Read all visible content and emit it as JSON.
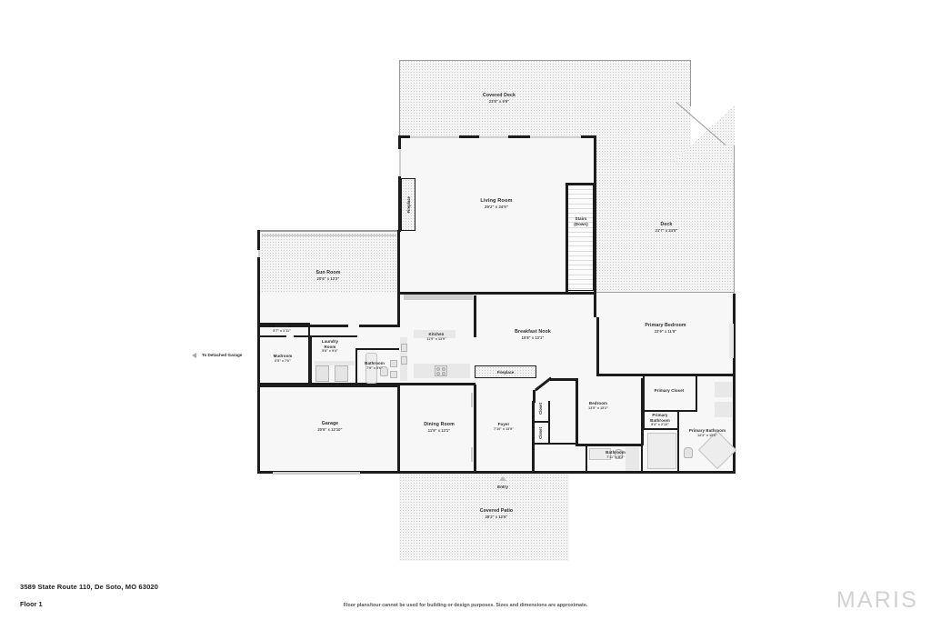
{
  "footer": {
    "address": "3589 State Route 110, De Soto, MO 63020",
    "floor": "Floor 1",
    "disclaimer": "Floor plans/tour cannot be used for building or design purposes. Sizes and dimensions are approximate.",
    "brand": "MARIS"
  },
  "annotations": {
    "to_detached_garage": "To Detached Garage",
    "entry": "Entry",
    "fireplace_living": "Fireplace",
    "fireplace_nook": "Fireplace",
    "closet_vertical_1": "Closet",
    "closet_vertical_2": "Closet"
  },
  "rooms": [
    {
      "id": "covered-deck",
      "name": "Covered Deck",
      "dim": "23'8\" x 9'9\""
    },
    {
      "id": "living-room",
      "name": "Living Room",
      "dim": "29'2\" x 24'5\""
    },
    {
      "id": "stairs",
      "name": "Stairs",
      "dim": "(Down)"
    },
    {
      "id": "deck",
      "name": "Deck",
      "dim": "21'7\" x 24'5\""
    },
    {
      "id": "sun-room",
      "name": "Sun Room",
      "dim": "20'6\" x 13'3\""
    },
    {
      "id": "closet-mud",
      "name": "Closet",
      "dim": "5'7\" x 1'11\""
    },
    {
      "id": "mudroom",
      "name": "Mudroom",
      "dim": "6'5\" x 7'0\""
    },
    {
      "id": "laundry-room",
      "name": "Laundry Room",
      "dim": "5'8\" x 9'4\""
    },
    {
      "id": "bathroom-laundry",
      "name": "Bathroom",
      "dim": "7'9\" x 5'6\""
    },
    {
      "id": "kitchen",
      "name": "Kitchen",
      "dim": "11'9\" x 13'9\""
    },
    {
      "id": "breakfast-nook",
      "name": "Breakfast Nook",
      "dim": "15'8\" x 13'1\""
    },
    {
      "id": "primary-bedroom",
      "name": "Primary Bedroom",
      "dim": "22'9\" x 11'8\""
    },
    {
      "id": "primary-closet",
      "name": "Primary Closet",
      "dim": ""
    },
    {
      "id": "primary-bathroom-sm",
      "name": "Primary Bathroom",
      "dim": "5'4\" x 2'10\""
    },
    {
      "id": "primary-bathroom",
      "name": "Primary Bathroom",
      "dim": "14'3\" x 10'6\""
    },
    {
      "id": "bedroom",
      "name": "Bedroom",
      "dim": "13'5\" x 15'2\""
    },
    {
      "id": "bathroom-hall",
      "name": "Bathroom",
      "dim": "7'11\" x 8'1\""
    },
    {
      "id": "garage",
      "name": "Garage",
      "dim": "20'6\" x 12'10\""
    },
    {
      "id": "dining-room",
      "name": "Dining Room",
      "dim": "11'9\" x 13'1\""
    },
    {
      "id": "foyer",
      "name": "Foyer",
      "dim": "7'10\" x 13'9\""
    },
    {
      "id": "covered-patio",
      "name": "Covered Patio",
      "dim": "28'2\" x 12'6\""
    }
  ],
  "colors": {
    "wall": "#1c1c1c",
    "interior": "#f7f7f7",
    "deck_fill": "#f4f4f4",
    "brand": "#d2d2d2"
  }
}
